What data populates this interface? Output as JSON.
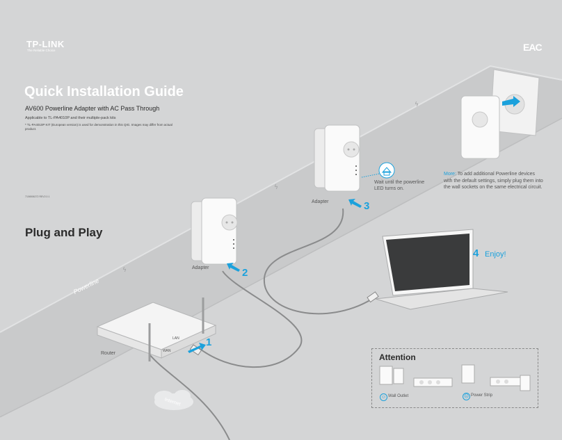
{
  "header": {
    "brand": "TP-LINK",
    "brand_tagline": "The Reliable Choice",
    "cert_mark": "EAC"
  },
  "title": "Quick Installation Guide",
  "subtitle": "AV600 Powerline Adapter with AC Pass Through",
  "applicable": "Applicable to TL-PA4010P and their multiple-pack kits",
  "note": "* TL-PA4010P KIT (European version) is used for demonstration in this QIG. Images may differ from actual product.",
  "doc_code": "7106506272   REV2.0.1",
  "section_title": "Plug and Play",
  "powerline_label": "Powerline",
  "labels": {
    "router": "Router",
    "adapter1": "Adapter",
    "adapter2": "Adapter",
    "internet": "Internet",
    "lan": "LAN",
    "wan": "WAN"
  },
  "steps": {
    "s1": "1",
    "s2": "2",
    "s3": "3",
    "s4": "4",
    "enjoy": "Enjoy!"
  },
  "wait_text": "Wait until the powerline LED turns on.",
  "more": {
    "label": "More:",
    "text": "To add additional Powerline devices with the default settings, simply plug them into the wall sockets on the same electrical circuit."
  },
  "attention": {
    "title": "Attention",
    "ok_label": "Wall Outlet",
    "bad_label": "Power Strip"
  },
  "colors": {
    "accent": "#1ba1dc",
    "background": "#d4d5d6",
    "band": "#c6c7c8"
  }
}
